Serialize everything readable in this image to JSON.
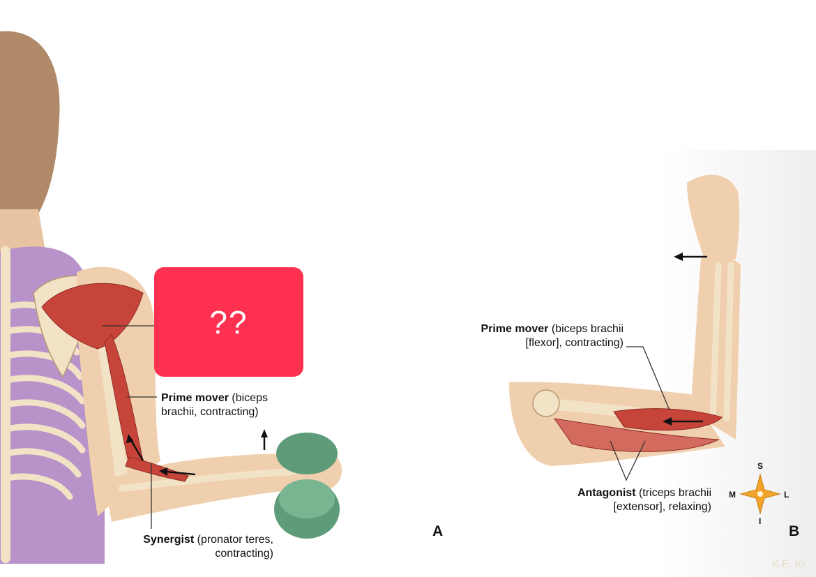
{
  "labels": {
    "a_prime_mover_term": "Prime mover",
    "a_prime_mover_line1_rest": " (biceps",
    "a_prime_mover_line2": "brachii, contracting)",
    "a_synergist_term": "Synergist",
    "a_synergist_line1_rest": " (pronator teres,",
    "a_synergist_line2": "contracting)",
    "b_prime_mover_term": "Prime mover",
    "b_prime_mover_line1_rest": " (biceps brachii",
    "b_prime_mover_line2": "[flexor], contracting)",
    "b_antagonist_term": "Antagonist",
    "b_antagonist_line1_rest": " (triceps brachii",
    "b_antagonist_line2": "[extensor], relaxing)"
  },
  "mask_text": "??",
  "panels": {
    "a": "A",
    "b": "B"
  },
  "compass": {
    "north": "S",
    "south": "I",
    "west": "M",
    "east": "L"
  },
  "watermark": "K.E. Kr",
  "colors": {
    "mask": "#ff3150",
    "muscle": "#c7443a",
    "skin": "#f0cfae",
    "bone": "#f3e3c6",
    "shirt": "#b893c9",
    "hair": "#b08a68",
    "dumbbell": "#5e9b78",
    "compass": "#f2a32a"
  }
}
